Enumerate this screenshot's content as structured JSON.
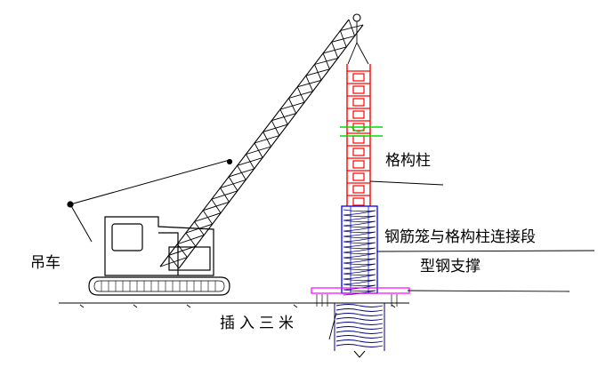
{
  "labels": {
    "crane": "吊车",
    "lattice_column": "格构柱",
    "cage_column_connection": "钢筋笼与格构柱连接段",
    "steel_brace": "型钢支撑",
    "insert_depth": "插入三米"
  },
  "colors": {
    "line": "#000000",
    "lattice_column": "#ff0000",
    "rebar_cage": "#0000ff",
    "brace_marker": "#00dd00",
    "steel_brace": "#ff00ff",
    "cage_spiral": "#000080"
  }
}
